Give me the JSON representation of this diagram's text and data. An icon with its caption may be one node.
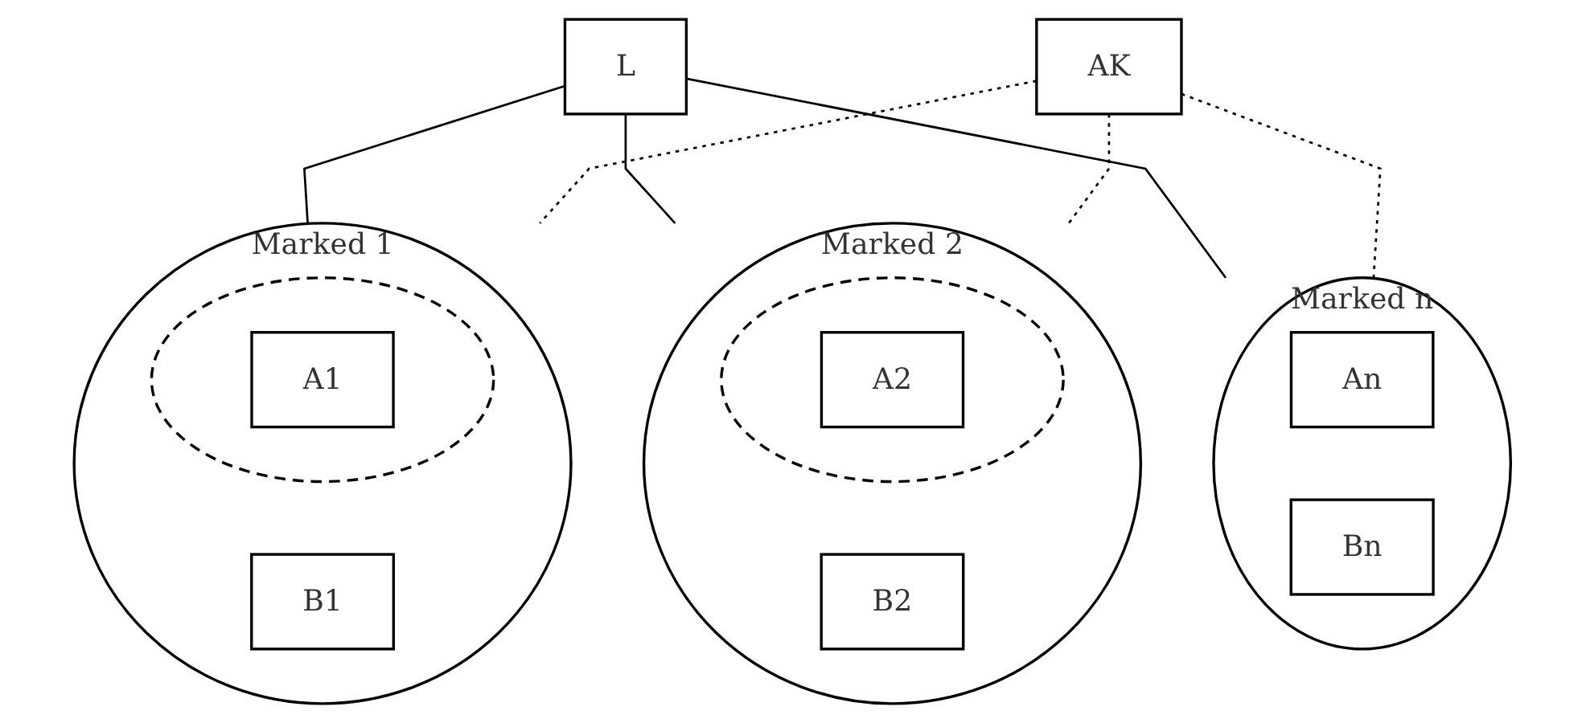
{
  "diagram": {
    "nodes": [
      {
        "text": [
          "L"
        ]
      },
      {
        "text": [
          "AK"
        ]
      },
      {
        "text": [],
        "shape": "ellipse",
        "beside": [
          "Marked 1"
        ]
      },
      {
        "text": [],
        "shape": "circle",
        "in": 2
      },
      {
        "text": [
          "A1"
        ],
        "in": 3
      },
      {
        "text": [
          "B1"
        ],
        "in": 2
      },
      {
        "text": [],
        "shape": "ellipse",
        "beside": [
          "Marked 2"
        ]
      },
      {
        "text": [],
        "shape": "circle",
        "in": 6
      },
      {
        "text": [
          "A2"
        ],
        "in": 7
      },
      {
        "text": [
          "B2"
        ],
        "in": 6
      },
      {
        "text": [],
        "shape": "ellipse",
        "beside": [
          "Marked n"
        ]
      },
      {
        "text": [
          "An"
        ],
        "in": 10
      },
      {
        "text": [
          "Bn"
        ],
        "in": 10
      }
    ],
    "edges": [
      {
        "from": 0,
        "to": 2,
        "arrow": "none"
      },
      {
        "from": 0,
        "to": 6,
        "arrow": "none"
      },
      {
        "from": 0,
        "to": 10,
        "arrow": "none"
      },
      {
        "from": 1,
        "to": 2,
        "arrow": "none",
        "style": "dashed"
      },
      {
        "from": 1,
        "to": 6,
        "arrow": "none",
        "style": "dashed"
      },
      {
        "from": 1,
        "to": 10,
        "arrow": "none",
        "style": "dashed"
      }
    ]
  }
}
